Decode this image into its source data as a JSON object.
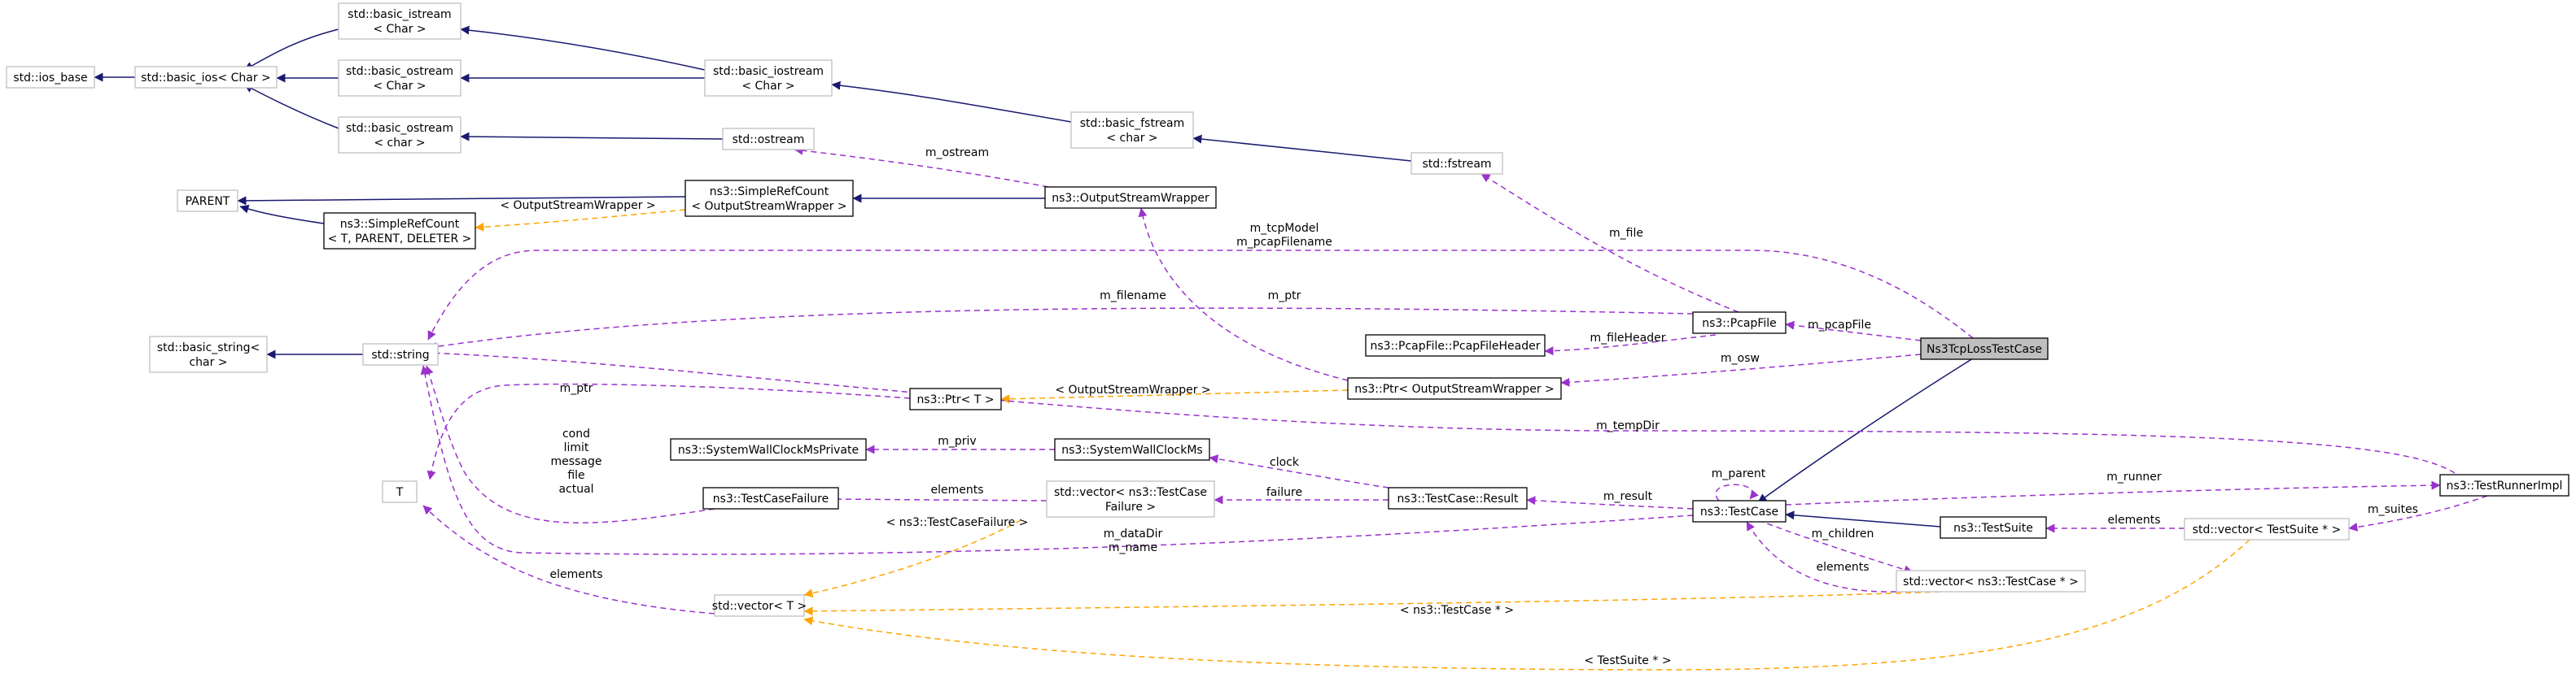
{
  "nodes": {
    "ios_base": [
      "std::ios_base"
    ],
    "basic_ios": [
      "std::basic_ios< Char >"
    ],
    "basic_istream": [
      "std::basic_istream",
      "< Char >"
    ],
    "basic_ostream_C": [
      "std::basic_ostream",
      "< Char >"
    ],
    "basic_ostream_c": [
      "std::basic_ostream",
      "< char >"
    ],
    "basic_iostream": [
      "std::basic_iostream",
      "< Char >"
    ],
    "ostream": [
      "std::ostream"
    ],
    "basic_fstream": [
      "std::basic_fstream",
      "< char >"
    ],
    "fstream": [
      "std::fstream"
    ],
    "parent": [
      "PARENT"
    ],
    "simplerefcount_t": [
      "ns3::SimpleRefCount",
      "< T, PARENT, DELETER >"
    ],
    "simplerefcount_osw": [
      "ns3::SimpleRefCount",
      "< OutputStreamWrapper >"
    ],
    "osw": [
      "ns3::OutputStreamWrapper"
    ],
    "basic_string": [
      "std::basic_string<",
      "char >"
    ],
    "string": [
      "std::string"
    ],
    "pcapfile": [
      "ns3::PcapFile"
    ],
    "pcapheader": [
      "ns3::PcapFile::PcapFileHeader"
    ],
    "focus": [
      "Ns3TcpLossTestCase"
    ],
    "ptr_t": [
      "ns3::Ptr< T >"
    ],
    "ptr_osw": [
      "ns3::Ptr< OutputStreamWrapper >"
    ],
    "clockpriv": [
      "ns3::SystemWallClockMsPrivate"
    ],
    "clock": [
      "ns3::SystemWallClockMs"
    ],
    "t": [
      "T"
    ],
    "failure": [
      "ns3::TestCaseFailure"
    ],
    "vec_failure": [
      "std::vector< ns3::TestCase",
      "Failure >"
    ],
    "result": [
      "ns3::TestCase::Result"
    ],
    "testcase": [
      "ns3::TestCase"
    ],
    "testsuite": [
      "ns3::TestSuite"
    ],
    "vec_suite": [
      "std::vector< TestSuite * >"
    ],
    "runner": [
      "ns3::TestRunnerImpl"
    ],
    "vec_t": [
      "std::vector< T >"
    ],
    "vec_testcase": [
      "std::vector< ns3::TestCase * >"
    ]
  },
  "edges": {
    "m_ostream": [
      "m_ostream"
    ],
    "tmpl_simplerefcount": [
      "< OutputStreamWrapper >"
    ],
    "m_tcpModel_pcapFilename": [
      "m_tcpModel",
      "m_pcapFilename"
    ],
    "m_file": [
      "m_file"
    ],
    "m_filename": [
      "m_filename"
    ],
    "m_ptr_osw": [
      "m_ptr"
    ],
    "m_pcapFile": [
      "m_pcapFile"
    ],
    "m_fileHeader": [
      "m_fileHeader"
    ],
    "m_osw": [
      "m_osw"
    ],
    "tmpl_ptr": [
      "< OutputStreamWrapper >"
    ],
    "m_ptr_t": [
      "m_ptr"
    ],
    "m_tempDir": [
      "m_tempDir"
    ],
    "failure_fields": [
      "cond",
      "limit",
      "message",
      "file",
      "actual"
    ],
    "m_priv": [
      "m_priv"
    ],
    "clock_edge": [
      "clock"
    ],
    "elements_failure": [
      "elements"
    ],
    "failure_edge": [
      "failure"
    ],
    "m_parent": [
      "m_parent"
    ],
    "m_result": [
      "m_result"
    ],
    "m_runner": [
      "m_runner"
    ],
    "tmpl_vec_failure": [
      "< ns3::TestCaseFailure >"
    ],
    "m_dataDir_name": [
      "m_dataDir",
      "m_name"
    ],
    "m_children": [
      "m_children"
    ],
    "elements_suite": [
      "elements"
    ],
    "m_suites": [
      "m_suites"
    ],
    "elements_t": [
      "elements"
    ],
    "elements_testcase": [
      "elements"
    ],
    "tmpl_vec_testcase": [
      "< ns3::TestCase * >"
    ],
    "tmpl_vec_suite": [
      "< TestSuite * >"
    ]
  }
}
